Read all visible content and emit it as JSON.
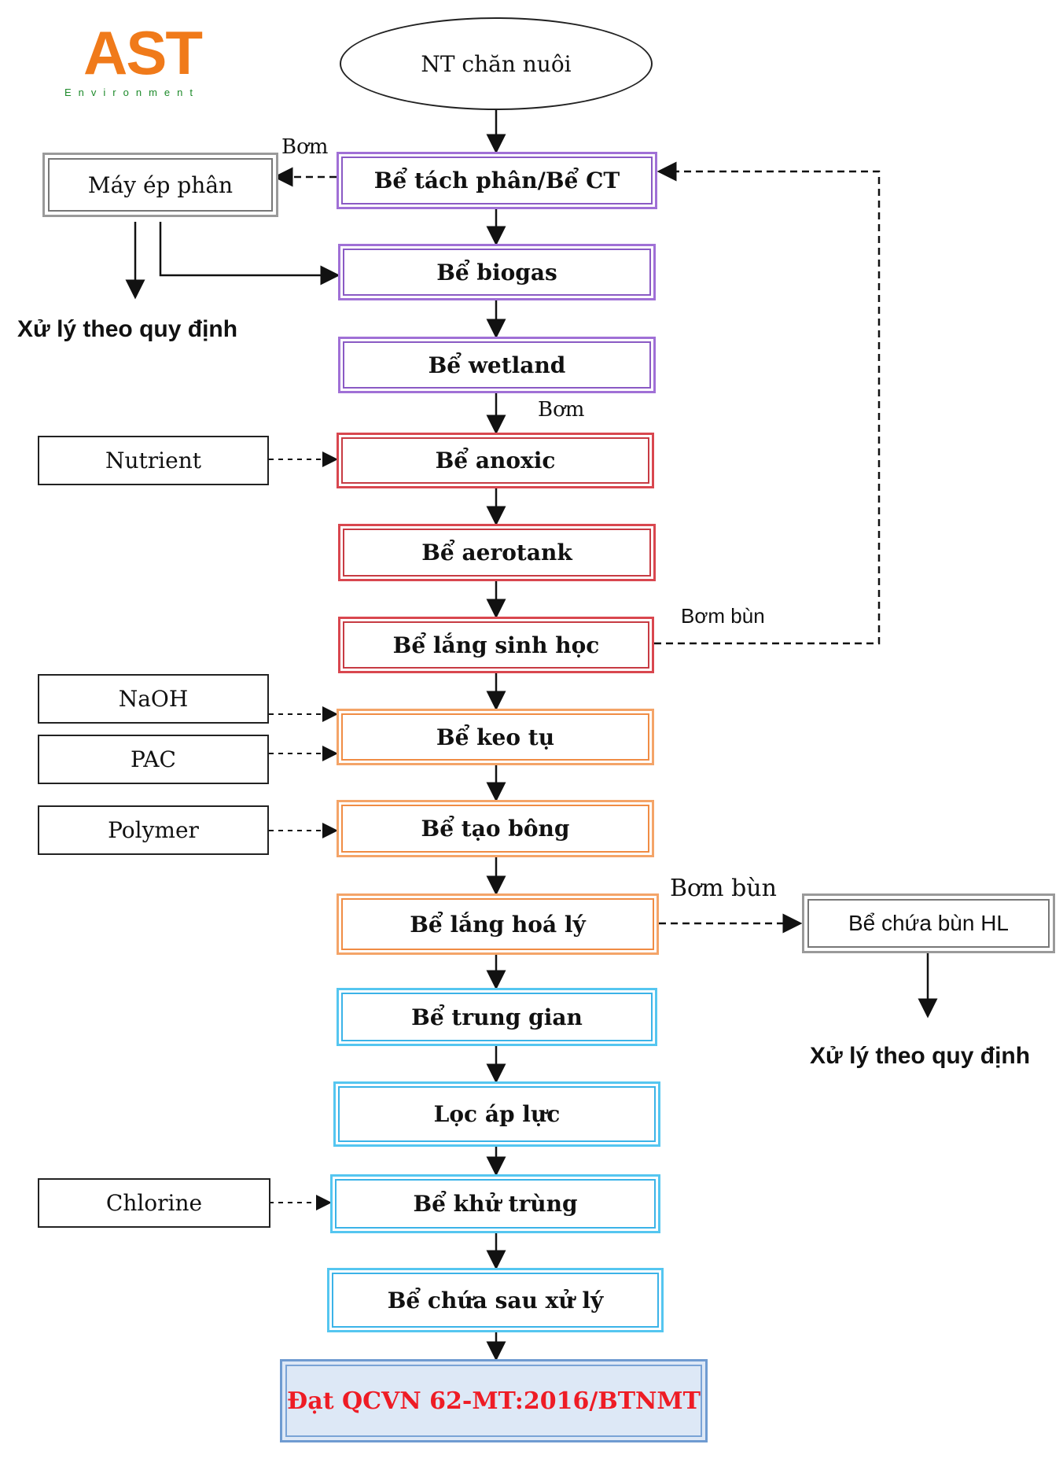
{
  "logo": {
    "text": "AST",
    "subtitle": "Environment",
    "color": "#f07a1a",
    "subtitle_color": "#1d8a2a"
  },
  "start": "NT chăn nuôi",
  "main_steps": [
    "Bể tách phân/Bể CT",
    "Bể biogas",
    "Bể wetland",
    "Bể anoxic",
    "Bể aerotank",
    "Bể lắng sinh học",
    "Bể keo tụ",
    "Bể tạo bông",
    "Bể lắng hoá lý",
    "Bể trung gian",
    "Lọc áp lực",
    "Bể khử trùng",
    "Bể chứa sau xử lý"
  ],
  "result": "Đạt QCVN 62-MT:2016/BTNMT",
  "side": {
    "manure_press": "Máy ép phân",
    "nutrient": "Nutrient",
    "naoh": "NaOH",
    "pac": "PAC",
    "polymer": "Polymer",
    "chlorine": "Chlorine",
    "sludge_tank": "Bể chứa bùn HL"
  },
  "labels": {
    "pump_1": "Bơm",
    "pump_2": "Bơm",
    "sludge_pump_1": "Bơm bùn",
    "sludge_pump_2": "Bơm bùn",
    "dispose_1": "Xử lý theo quy định",
    "dispose_2": "Xử lý theo quy định"
  },
  "colors": {
    "stage_purple": "#a070d6",
    "stage_red": "#d9474f",
    "stage_orange": "#f4a468",
    "stage_cyan": "#55c6f0",
    "result_fill": "#dde8f6",
    "result_text": "#ee1c25"
  }
}
